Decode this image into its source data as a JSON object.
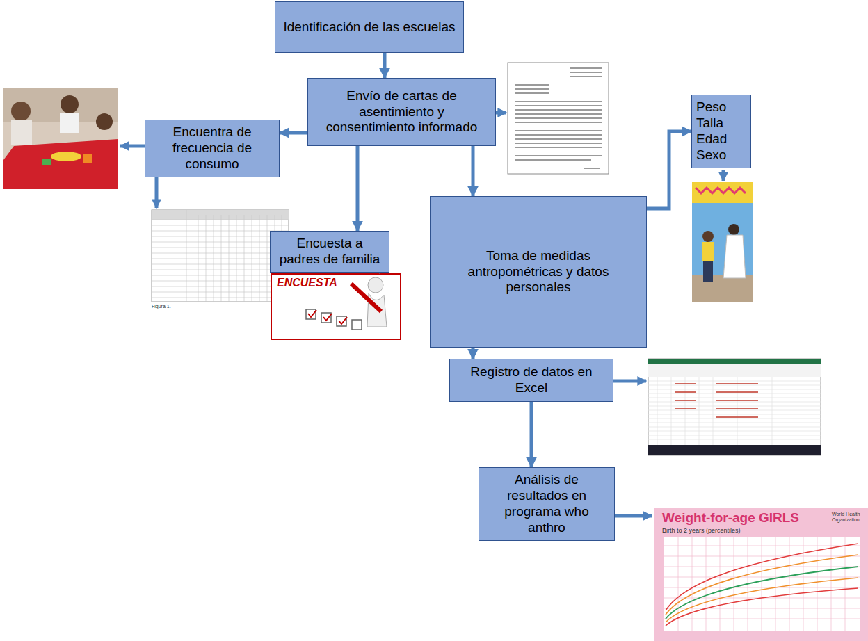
{
  "diagram": {
    "nodes": [
      {
        "text": [
          "Identificación de las escuelas"
        ]
      },
      {
        "text": [
          "Envío de cartas de asentimiento y consentimiento informado"
        ]
      },
      {
        "text": [
          "Encuentra de frecuencia de consumo"
        ]
      },
      {
        "text": [
          "Encuesta a padres de familia"
        ]
      },
      {
        "text": [
          "Toma de medidas antropométricas y datos personales"
        ]
      },
      {
        "text": [
          "Peso Talla Edad Sexo"
        ]
      },
      {
        "text": [
          "Registro de datos en Excel"
        ]
      },
      {
        "text": [
          "Análisis de resultados en programa who anthro"
        ]
      }
    ],
    "edges": [
      {
        "from": 0,
        "to": 1,
        "arrow": "to"
      },
      {
        "from": 1,
        "to": 2,
        "arrow": "to"
      },
      {
        "from": 1,
        "to": 3,
        "arrow": "to"
      },
      {
        "from": 1,
        "to": 4,
        "arrow": "to"
      },
      {
        "from": 4,
        "to": 5,
        "arrow": "to"
      },
      {
        "from": 4,
        "to": 6,
        "arrow": "to"
      },
      {
        "from": 6,
        "to": 7,
        "arrow": "to"
      }
    ],
    "labels": [
      "ENCUESTA",
      "Figura 1.",
      "Weight-for-age GIRLS",
      "Birth to 2 years (percentiles)",
      "World Health Organization"
    ]
  }
}
